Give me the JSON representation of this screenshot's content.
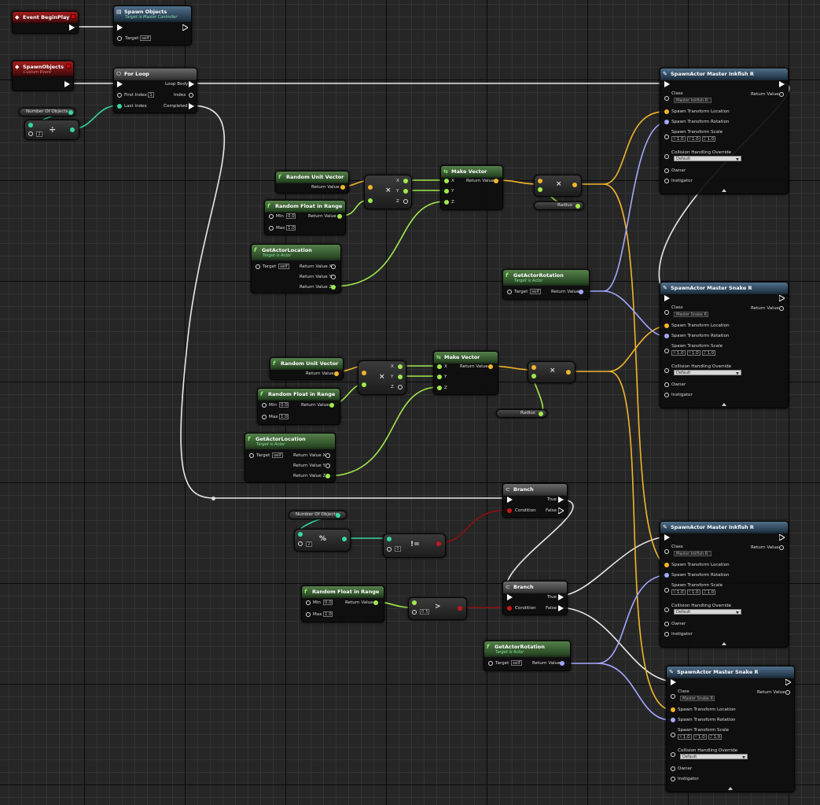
{
  "labels": {
    "event_begin_play": "Event BeginPlay",
    "spawn_objects": "Spawn Objects",
    "target_is_master_controller": "Target is Master Controller",
    "target": "Target",
    "self": "self",
    "spawn_objects_event": "SpawnObjects",
    "custom_event": "Custom Event",
    "for_loop": "For Loop",
    "first_index": "First Index",
    "last_index": "Last Index",
    "loop_body": "Loop Body",
    "index": "Index",
    "completed": "Completed",
    "number_of_objects": "Number Of Objects",
    "random_unit_vector": "Random Unit Vector",
    "return_value": "Return Value",
    "random_float_in_range": "Random Float in Range",
    "min": "Min",
    "max": "Max",
    "make_vector": "Make Vector",
    "x": "X",
    "y": "Y",
    "z": "Z",
    "get_actor_location": "GetActorLocation",
    "target_is_actor": "Target is Actor",
    "return_value_x": "Return Value X",
    "return_value_y": "Return Value Y",
    "return_value_z": "Return Value Z",
    "get_actor_rotation": "GetActorRotation",
    "radius": "Radius",
    "branch": "Branch",
    "condition": "Condition",
    "true": "True",
    "false": "False",
    "spawn_inkfish": "SpawnActor Master Inkfish R",
    "spawn_snake": "SpawnActor Master Snake R",
    "class": "Class",
    "inkfish_class": "Master Inkfish R",
    "snake_class": "Master Snake R",
    "spawn_transform_location": "Spawn Transform Location",
    "spawn_transform_rotation": "Spawn Transform Rotation",
    "spawn_transform_scale": "Spawn Transform Scale",
    "collision_handling_override": "Collision Handling Override",
    "default": "Default",
    "owner": "Owner",
    "instigator": "Instigator",
    "ops": {
      "divide": "÷",
      "multiply": "×",
      "modulo": "%",
      "not_equal": "!=",
      "greater": ">"
    }
  },
  "values": {
    "first_index": "1",
    "divisor": "2",
    "min": "0.0",
    "max": "1.0",
    "modulo_divisor": "2",
    "not_equal_b": "0",
    "greater_b": "0.5",
    "scale_x": "1.0",
    "scale_y": "1.0",
    "scale_z": "1.0"
  },
  "colors": {
    "exec": "#ffffff",
    "integer": "#35d8a0",
    "object": "#42b6ff",
    "vector": "#f2b52b",
    "rotator": "#a3a9ff",
    "float": "#a2e94d",
    "boolean": "#c81818",
    "class": "#8b42ff"
  }
}
